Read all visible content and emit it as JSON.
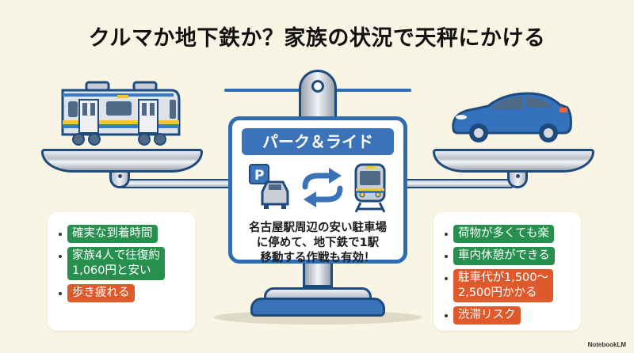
{
  "title": "クルマか地下鉄か？家族の状況で天秤にかける",
  "colors": {
    "background": "#f8f5e4",
    "accent_blue": "#3a73b8",
    "outline_navy": "#1f4a7c",
    "pro_green": "#27904f",
    "con_orange": "#de5a2c"
  },
  "left_pan": {
    "icon": "train-icon",
    "items": [
      {
        "text": "確実な到着時間",
        "type": "pro"
      },
      {
        "text": "家族4人で往復約\n1,060円と安い",
        "type": "pro"
      },
      {
        "text": "歩き疲れる",
        "type": "con"
      }
    ]
  },
  "right_pan": {
    "icon": "car-icon",
    "items": [
      {
        "text": "荷物が多くても楽",
        "type": "pro"
      },
      {
        "text": "車内休憩ができる",
        "type": "pro"
      },
      {
        "text": "駐車代が1,500〜\n2,500円かかる",
        "type": "con"
      },
      {
        "text": "渋滞リスク",
        "type": "con"
      }
    ]
  },
  "center_sign": {
    "title": "パーク＆ライド",
    "icons": [
      "parking-icon",
      "car-icon",
      "swap-arrows-icon",
      "train-front-icon"
    ],
    "parking_label": "P",
    "text": "名古屋駅周辺の安い駐車場\nに停めて、地下鉄で1駅\n移動する作戦も有効！"
  },
  "brand": "NotebookLM"
}
